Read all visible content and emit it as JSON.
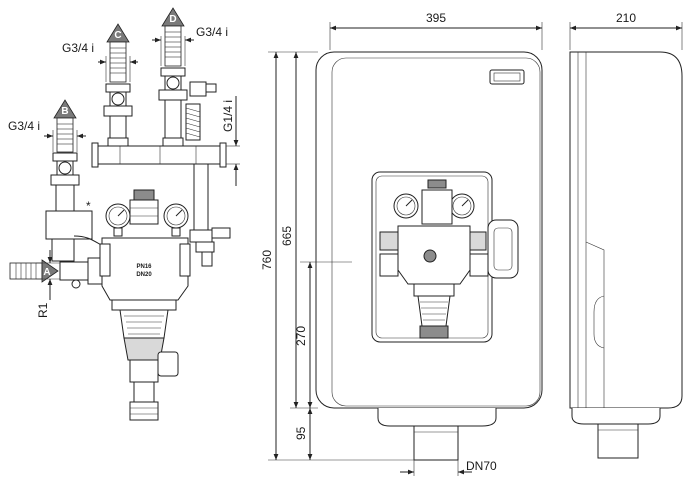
{
  "labels": {
    "g34_top": "G3/4 i",
    "g34_left_c": "G3/4 i",
    "g34_left_b": "G3/4 i",
    "g14": "G1/4 i",
    "r1": "R1",
    "star": "*",
    "pn16": "PN16",
    "dn20": "DN20",
    "port_a": "A",
    "port_b": "B",
    "port_c": "C",
    "port_d": "D"
  },
  "dimensions": {
    "width": "395",
    "depth": "210",
    "height": "760",
    "inner_height": "665",
    "mid_height": "270",
    "base_height": "95",
    "outlet": "DN70"
  },
  "colors": {
    "line": "#222222",
    "fill_gray": "#d9d9d9",
    "fill_dark": "#8c8c8c",
    "arrow": "#7a7a7a"
  }
}
